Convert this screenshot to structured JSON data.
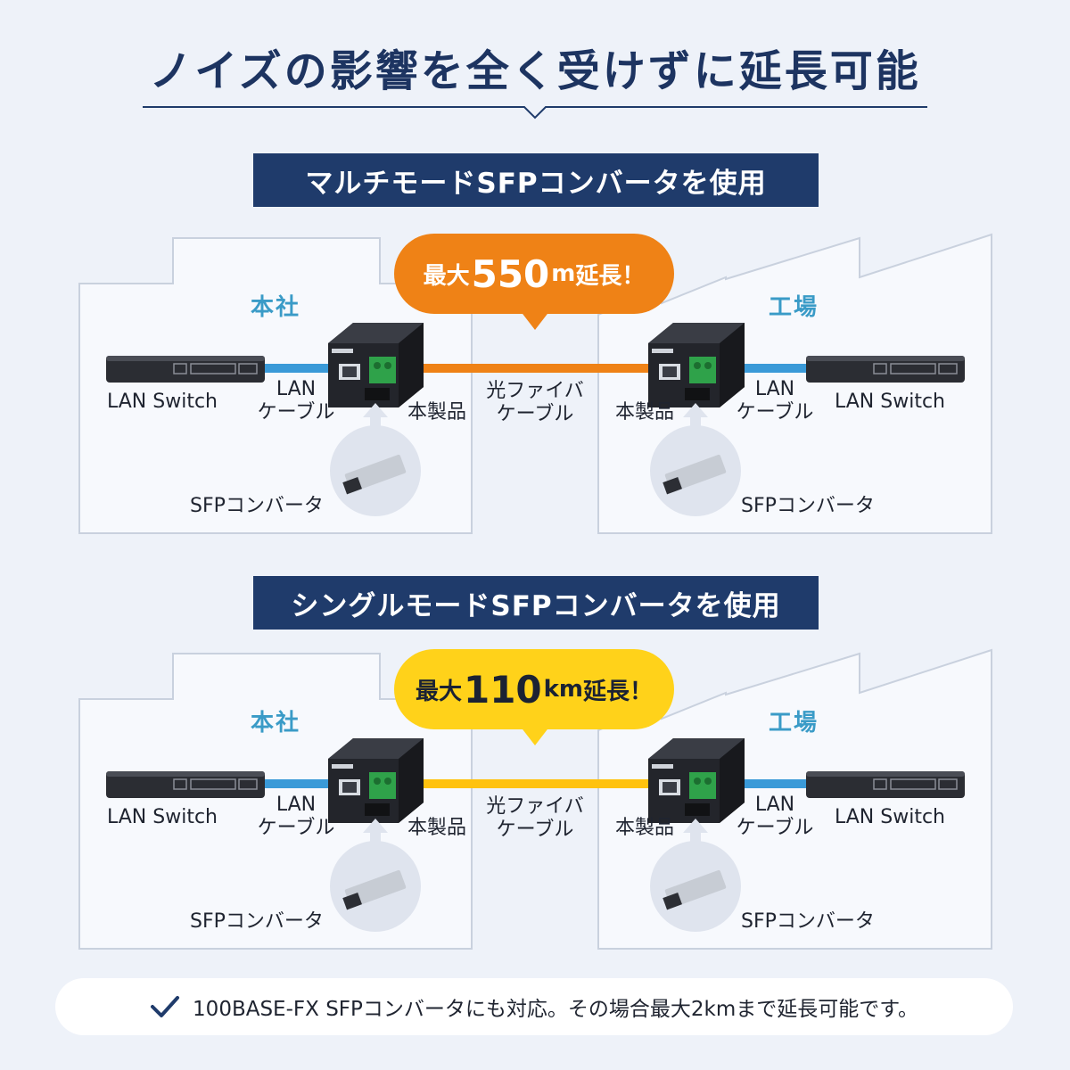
{
  "headline": "ノイズの影響を全く受けずに延長可能",
  "sections": [
    {
      "banner": "マルチモードSFPコンバータを使用",
      "bubble_prefix": "最大",
      "bubble_value": "550",
      "bubble_unit": "m",
      "bubble_suffix": "延長！",
      "bubble_color": "#ef8216",
      "fiber_color": "#ef8216",
      "left_building": "本社",
      "right_building": "工場",
      "switch_label": "LAN Switch",
      "lan_cable_1": "LAN",
      "lan_cable_2": "ケーブル",
      "product_label": "本製品",
      "fiber_label_1": "光ファイバ",
      "fiber_label_2": "ケーブル",
      "sfp_label": "SFPコンバータ"
    },
    {
      "banner": "シングルモードSFPコンバータを使用",
      "bubble_prefix": "最大",
      "bubble_value": "110",
      "bubble_unit": "km",
      "bubble_suffix": "延長！",
      "bubble_color": "#ffd21a",
      "fiber_color": "#ffc20e",
      "left_building": "本社",
      "right_building": "工場",
      "switch_label": "LAN Switch",
      "lan_cable_1": "LAN",
      "lan_cable_2": "ケーブル",
      "product_label": "本製品",
      "fiber_label_1": "光ファイバ",
      "fiber_label_2": "ケーブル",
      "sfp_label": "SFPコンバータ"
    }
  ],
  "note": "100BASE-FX SFPコンバータにも対応。その場合最大2kmまで延長可能です。",
  "icons": {
    "check": "check-icon",
    "switch": "lan-switch-icon",
    "converter": "media-converter-icon",
    "sfp": "sfp-module-icon"
  },
  "colors": {
    "navy": "#1f3b6b",
    "lan_cable": "#3a9ad8",
    "building_label": "#3a9bc7"
  }
}
